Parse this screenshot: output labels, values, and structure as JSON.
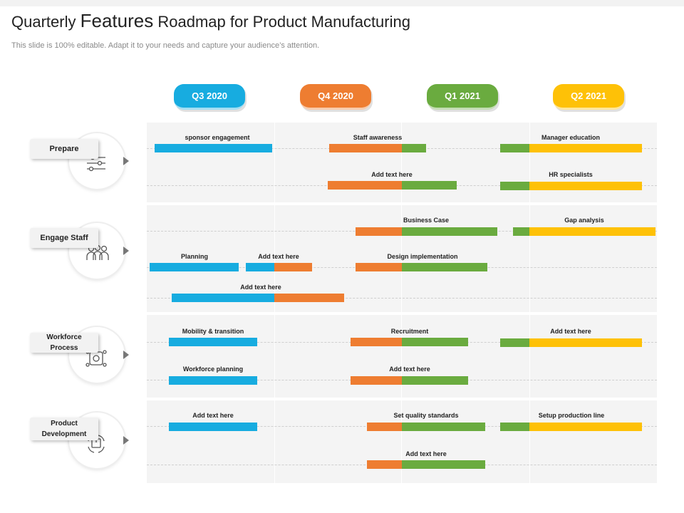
{
  "header": {
    "title_part1": "Quarterly",
    "title_part2": "Features",
    "title_part3": "Roadmap for Product Manufacturing",
    "subtitle": "This slide is 100% editable. Adapt it to your needs and capture your audience’s attention."
  },
  "quarters": [
    "Q3 2020",
    "Q4 2020",
    "Q1 2021",
    "Q2 2021"
  ],
  "colors": {
    "q3_2020": "#17ace0",
    "q4_2020": "#ee7d31",
    "q1_2021": "#6aab3f",
    "q2_2021": "#fec107",
    "band": "#f4f4f4"
  },
  "categories": [
    {
      "name": "Prepare",
      "icon": "sliders-icon"
    },
    {
      "name": "Engage Staff",
      "icon": "people-icon"
    },
    {
      "name": "Workforce Process",
      "icon": "process-icon"
    },
    {
      "name": "Product Development",
      "icon": "package-cycle-icon"
    }
  ],
  "tasks": [
    {
      "label": "sponsor engagement",
      "category": "Prepare",
      "quarters": [
        "Q3 2020"
      ]
    },
    {
      "label": "Staff awareness",
      "category": "Prepare",
      "quarters": [
        "Q4 2020",
        "Q1 2021"
      ]
    },
    {
      "label": "Manager education",
      "category": "Prepare",
      "quarters": [
        "Q1 2021",
        "Q2 2021"
      ]
    },
    {
      "label": "Add text here",
      "category": "Prepare",
      "quarters": [
        "Q4 2020",
        "Q1 2021"
      ]
    },
    {
      "label": "HR specialists",
      "category": "Prepare",
      "quarters": [
        "Q1 2021",
        "Q2 2021"
      ]
    },
    {
      "label": "Business Case",
      "category": "Engage Staff",
      "quarters": [
        "Q4 2020",
        "Q1 2021"
      ]
    },
    {
      "label": "Gap analysis",
      "category": "Engage Staff",
      "quarters": [
        "Q1 2021",
        "Q2 2021"
      ]
    },
    {
      "label": "Planning",
      "category": "Engage Staff",
      "quarters": [
        "Q3 2020"
      ]
    },
    {
      "label": "Add text here",
      "category": "Engage Staff",
      "quarters": [
        "Q3 2020",
        "Q4 2020"
      ]
    },
    {
      "label": "Design implementation",
      "category": "Engage Staff",
      "quarters": [
        "Q4 2020",
        "Q1 2021"
      ]
    },
    {
      "label": "Add text here",
      "category": "Engage Staff",
      "quarters": [
        "Q3 2020",
        "Q4 2020"
      ]
    },
    {
      "label": "Mobility & transition",
      "category": "Workforce Process",
      "quarters": [
        "Q3 2020"
      ]
    },
    {
      "label": "Recruitment",
      "category": "Workforce Process",
      "quarters": [
        "Q4 2020",
        "Q1 2021"
      ]
    },
    {
      "label": "Add text here",
      "category": "Workforce Process",
      "quarters": [
        "Q1 2021",
        "Q2 2021"
      ]
    },
    {
      "label": "Workforce planning",
      "category": "Workforce Process",
      "quarters": [
        "Q3 2020"
      ]
    },
    {
      "label": "Add text here",
      "category": "Workforce Process",
      "quarters": [
        "Q4 2020",
        "Q1 2021"
      ]
    },
    {
      "label": "Add text here",
      "category": "Product Development",
      "quarters": [
        "Q3 2020"
      ]
    },
    {
      "label": "Set quality standards",
      "category": "Product Development",
      "quarters": [
        "Q4 2020",
        "Q1 2021"
      ]
    },
    {
      "label": "Setup production line",
      "category": "Product Development",
      "quarters": [
        "Q1 2021",
        "Q2 2021"
      ]
    },
    {
      "label": "Add text here",
      "category": "Product Development",
      "quarters": [
        "Q4 2020",
        "Q1 2021"
      ]
    }
  ]
}
